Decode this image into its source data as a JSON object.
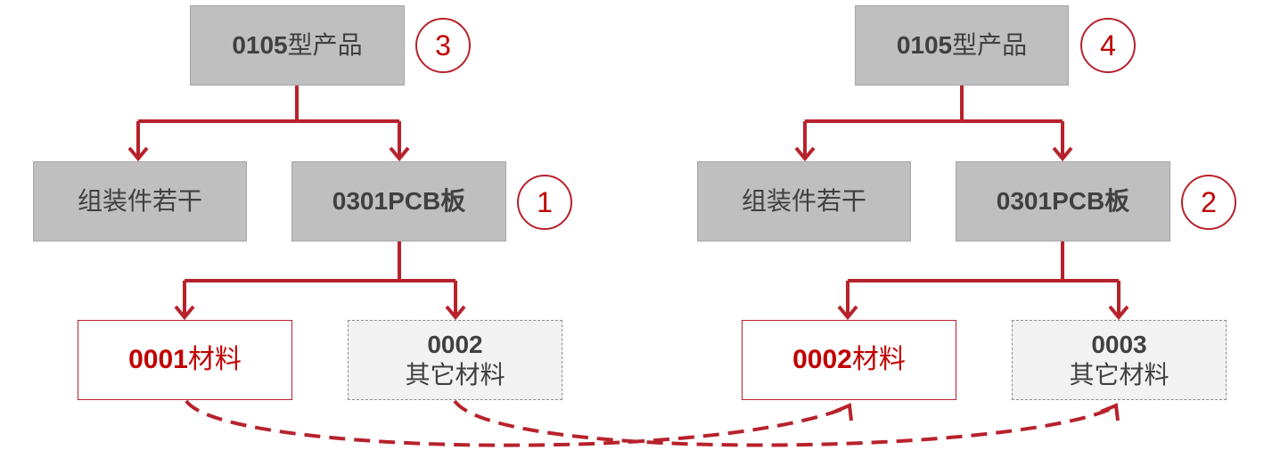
{
  "colors": {
    "accent": "#b7222c",
    "box_gray": "#bfbfbf",
    "text": "#404040",
    "dashed_box_fill": "#f2f2f2"
  },
  "left_tree": {
    "product": {
      "code": "0105",
      "name": "型产品"
    },
    "product_step": "3",
    "assembly": {
      "name": "组装件若干"
    },
    "pcb": {
      "code": "0301",
      "name": "PCB板"
    },
    "pcb_step": "1",
    "material": {
      "code": "0001",
      "name": "材料"
    },
    "other_material": {
      "code": "0002",
      "name": "其它材料"
    }
  },
  "right_tree": {
    "product": {
      "code": "0105",
      "name": "型产品"
    },
    "product_step": "4",
    "assembly": {
      "name": "组装件若干"
    },
    "pcb": {
      "code": "0301",
      "name": "PCB板"
    },
    "pcb_step": "2",
    "material": {
      "code": "0002",
      "name": "材料"
    },
    "other_material": {
      "code": "0003",
      "name": "其它材料"
    }
  }
}
